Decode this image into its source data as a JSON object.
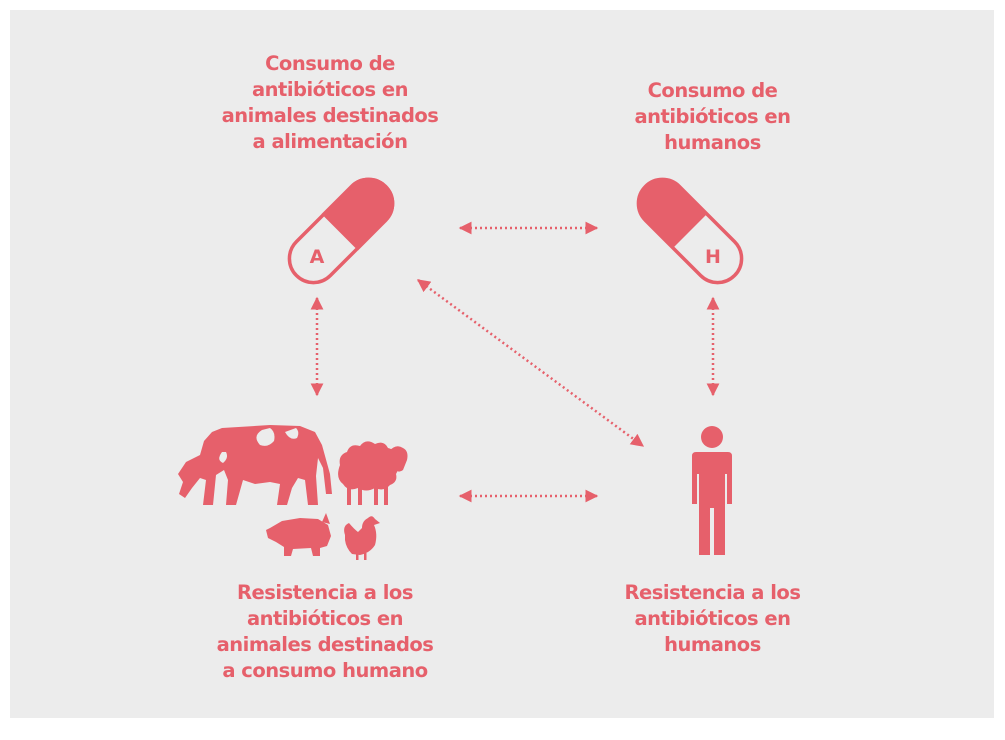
{
  "diagram": {
    "accent_color": "#e6606b",
    "background_color": "#ececec",
    "nodes": [
      {
        "id": "animal-consumption",
        "lines": [
          "Consumo de",
          "antibióticos en",
          "animales destinados",
          "a alimentación"
        ],
        "icon": "capsule-icon",
        "icon_letter": "A"
      },
      {
        "id": "human-consumption",
        "lines": [
          "Consumo de",
          "antibióticos en",
          "humanos"
        ],
        "icon": "capsule-icon",
        "icon_letter": "H"
      },
      {
        "id": "animal-resistance",
        "lines": [
          "Resistencia a los",
          "antibióticos en",
          "animales destinados",
          "a consumo humano"
        ],
        "icon": "farm-animals-icon"
      },
      {
        "id": "human-resistance",
        "lines": [
          "Resistencia a los",
          "antibióticos en",
          "humanos"
        ],
        "icon": "person-icon"
      }
    ],
    "connections": [
      {
        "from": "animal-consumption",
        "to": "human-consumption",
        "style": "dotted-double-arrow"
      },
      {
        "from": "animal-consumption",
        "to": "animal-resistance",
        "style": "dotted-double-arrow"
      },
      {
        "from": "animal-consumption",
        "to": "human-resistance",
        "style": "dotted-double-arrow"
      },
      {
        "from": "human-consumption",
        "to": "human-resistance",
        "style": "dotted-double-arrow"
      },
      {
        "from": "animal-resistance",
        "to": "human-resistance",
        "style": "dotted-double-arrow"
      }
    ]
  }
}
